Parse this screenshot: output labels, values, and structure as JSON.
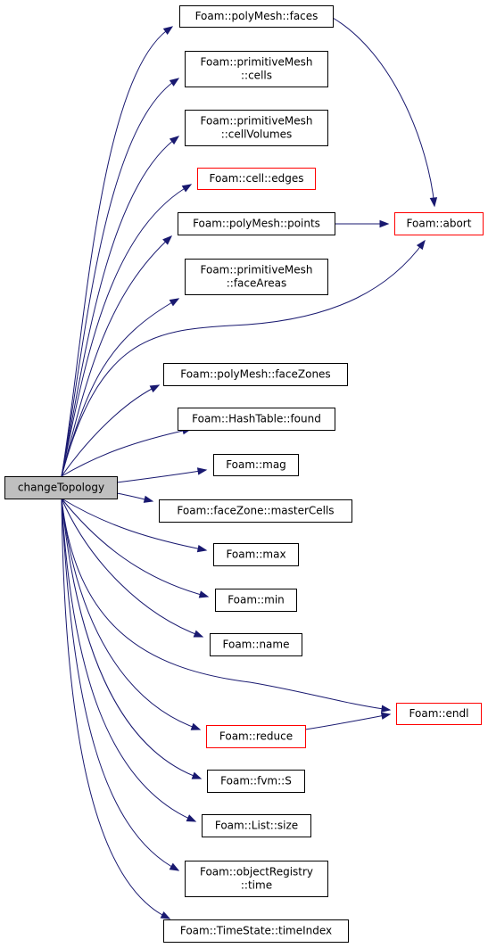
{
  "graph": {
    "root": {
      "label": "changeTopology"
    },
    "nodes": [
      {
        "id": "faces",
        "lines": [
          "Foam::polyMesh::faces"
        ],
        "linked": false
      },
      {
        "id": "cells",
        "lines": [
          "Foam::primitiveMesh",
          "::cells"
        ],
        "linked": false
      },
      {
        "id": "cellVolumes",
        "lines": [
          "Foam::primitiveMesh",
          "::cellVolumes"
        ],
        "linked": false
      },
      {
        "id": "cellEdges",
        "lines": [
          "Foam::cell::edges"
        ],
        "linked": true
      },
      {
        "id": "points",
        "lines": [
          "Foam::polyMesh::points"
        ],
        "linked": false
      },
      {
        "id": "faceAreas",
        "lines": [
          "Foam::primitiveMesh",
          "::faceAreas"
        ],
        "linked": false
      },
      {
        "id": "faceZones",
        "lines": [
          "Foam::polyMesh::faceZones"
        ],
        "linked": false
      },
      {
        "id": "found",
        "lines": [
          "Foam::HashTable::found"
        ],
        "linked": false
      },
      {
        "id": "mag",
        "lines": [
          "Foam::mag"
        ],
        "linked": false
      },
      {
        "id": "masterCells",
        "lines": [
          "Foam::faceZone::masterCells"
        ],
        "linked": false
      },
      {
        "id": "max",
        "lines": [
          "Foam::max"
        ],
        "linked": false
      },
      {
        "id": "min",
        "lines": [
          "Foam::min"
        ],
        "linked": false
      },
      {
        "id": "name",
        "lines": [
          "Foam::name"
        ],
        "linked": false
      },
      {
        "id": "reduce",
        "lines": [
          "Foam::reduce"
        ],
        "linked": true
      },
      {
        "id": "fvmS",
        "lines": [
          "Foam::fvm::S"
        ],
        "linked": false
      },
      {
        "id": "size",
        "lines": [
          "Foam::List::size"
        ],
        "linked": false
      },
      {
        "id": "time",
        "lines": [
          "Foam::objectRegistry",
          "::time"
        ],
        "linked": false
      },
      {
        "id": "timeIndex",
        "lines": [
          "Foam::TimeState::timeIndex"
        ],
        "linked": false
      },
      {
        "id": "abort",
        "lines": [
          "Foam::abort"
        ],
        "linked": true
      },
      {
        "id": "endl",
        "lines": [
          "Foam::endl"
        ],
        "linked": true
      }
    ],
    "edges": [
      [
        "root",
        "faces"
      ],
      [
        "root",
        "cells"
      ],
      [
        "root",
        "cellVolumes"
      ],
      [
        "root",
        "cellEdges"
      ],
      [
        "root",
        "points"
      ],
      [
        "root",
        "faceAreas"
      ],
      [
        "root",
        "abort"
      ],
      [
        "root",
        "faceZones"
      ],
      [
        "root",
        "found"
      ],
      [
        "root",
        "mag"
      ],
      [
        "root",
        "masterCells"
      ],
      [
        "root",
        "max"
      ],
      [
        "root",
        "min"
      ],
      [
        "root",
        "name"
      ],
      [
        "root",
        "endl"
      ],
      [
        "root",
        "reduce"
      ],
      [
        "root",
        "fvmS"
      ],
      [
        "root",
        "size"
      ],
      [
        "root",
        "time"
      ],
      [
        "root",
        "timeIndex"
      ],
      [
        "faces",
        "abort"
      ],
      [
        "points",
        "abort"
      ],
      [
        "reduce",
        "endl"
      ]
    ],
    "colors": {
      "edge": "#191970",
      "root_fill": "#bfbfbf",
      "node_border": "#000000",
      "linked_border": "#ff0000"
    }
  }
}
